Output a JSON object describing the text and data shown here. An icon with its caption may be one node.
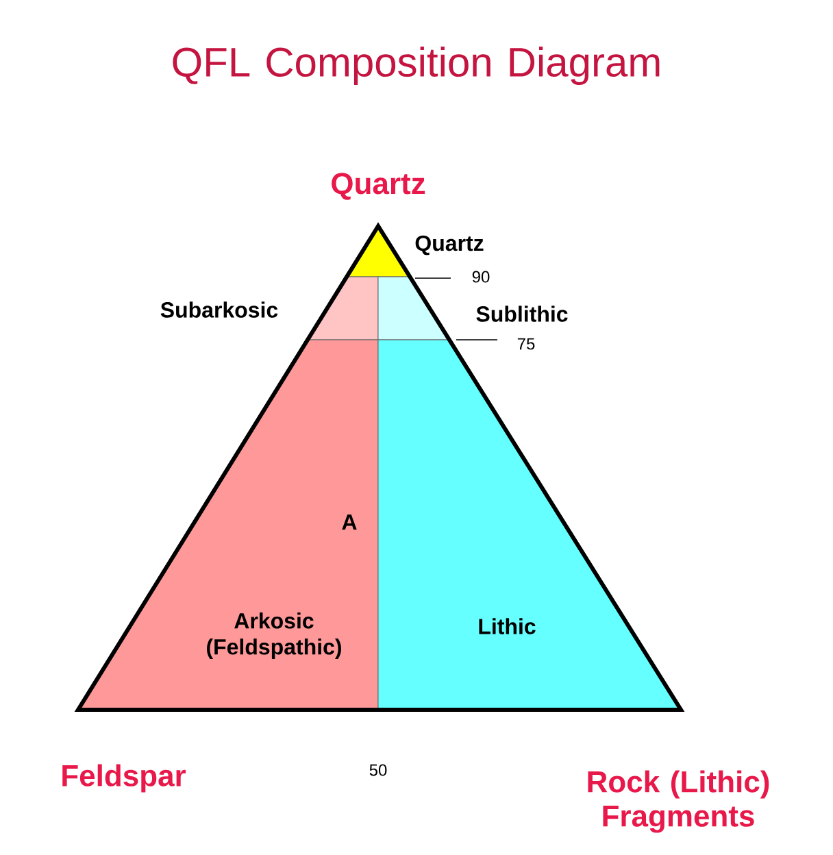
{
  "diagram": {
    "title": "QFL Composition Diagram",
    "nodes": [
      {
        "text": [
          "Quartz"
        ]
      },
      {
        "text": [
          "Subarkosic"
        ]
      },
      {
        "text": [
          "Sublithic"
        ]
      },
      {
        "text": [
          "A",
          "Arkosic (Feldspathic)"
        ]
      },
      {
        "text": [
          "Lithic"
        ]
      }
    ],
    "labels": [
      "Quartz",
      "90",
      "75",
      "Feldspar",
      "50",
      "Rock (Lithic) Fragments"
    ]
  }
}
